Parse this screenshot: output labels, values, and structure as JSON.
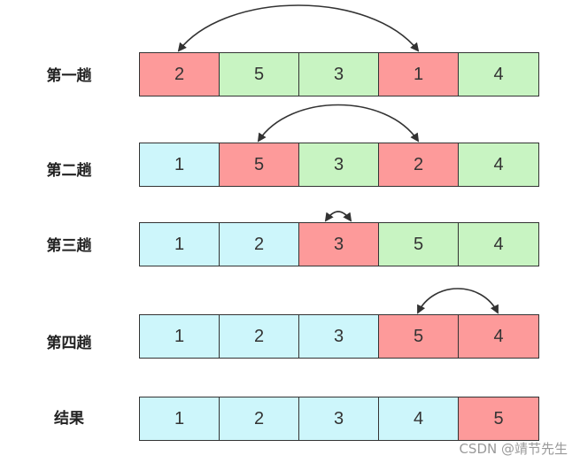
{
  "colors": {
    "swap": "#fd9a9a",
    "unsorted": "#c8f4c2",
    "sorted": "#cdf6fb",
    "border": "#333333",
    "arrow": "#333333"
  },
  "rows": [
    {
      "label": "第一趟",
      "cells": [
        {
          "value": "2",
          "state": "swap"
        },
        {
          "value": "5",
          "state": "unsorted"
        },
        {
          "value": "3",
          "state": "unsorted"
        },
        {
          "value": "1",
          "state": "swap"
        },
        {
          "value": "4",
          "state": "unsorted"
        }
      ]
    },
    {
      "label": "第二趟",
      "cells": [
        {
          "value": "1",
          "state": "sorted"
        },
        {
          "value": "5",
          "state": "swap"
        },
        {
          "value": "3",
          "state": "unsorted"
        },
        {
          "value": "2",
          "state": "swap"
        },
        {
          "value": "4",
          "state": "unsorted"
        }
      ]
    },
    {
      "label": "第三趟",
      "cells": [
        {
          "value": "1",
          "state": "sorted"
        },
        {
          "value": "2",
          "state": "sorted"
        },
        {
          "value": "3",
          "state": "swap"
        },
        {
          "value": "5",
          "state": "unsorted"
        },
        {
          "value": "4",
          "state": "unsorted"
        }
      ]
    },
    {
      "label": "第四趟",
      "cells": [
        {
          "value": "1",
          "state": "sorted"
        },
        {
          "value": "2",
          "state": "sorted"
        },
        {
          "value": "3",
          "state": "sorted"
        },
        {
          "value": "5",
          "state": "swap"
        },
        {
          "value": "4",
          "state": "swap"
        }
      ]
    },
    {
      "label": "结果",
      "cells": [
        {
          "value": "1",
          "state": "sorted"
        },
        {
          "value": "2",
          "state": "sorted"
        },
        {
          "value": "3",
          "state": "sorted"
        },
        {
          "value": "4",
          "state": "sorted"
        },
        {
          "value": "5",
          "state": "swap"
        }
      ]
    }
  ],
  "swaps": [
    {
      "row": 0,
      "from": 0,
      "to": 3
    },
    {
      "row": 1,
      "from": 1,
      "to": 3
    },
    {
      "row": 2,
      "from": 2,
      "to": 2
    },
    {
      "row": 3,
      "from": 3,
      "to": 4
    }
  ],
  "watermark": "CSDN @靖节先生"
}
